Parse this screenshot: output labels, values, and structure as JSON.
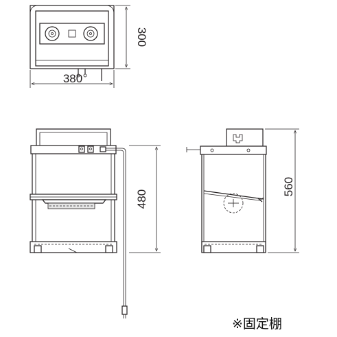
{
  "dimensions": {
    "top_width": "380",
    "top_depth": "300",
    "front_height": "480",
    "side_height": "560"
  },
  "note": "※固定棚",
  "colors": {
    "line": "#231f20",
    "background": "#ffffff"
  }
}
